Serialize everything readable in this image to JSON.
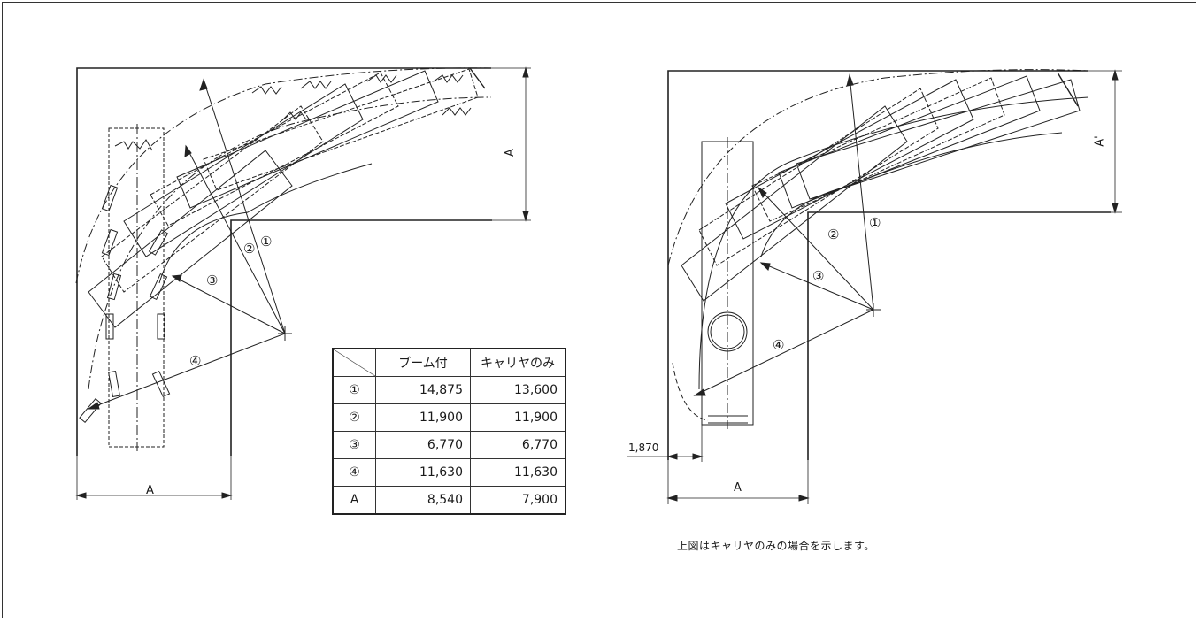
{
  "table": {
    "headers": [
      "",
      "ブーム付",
      "キャリヤのみ"
    ],
    "rows": [
      {
        "label": "①",
        "boom": "14,875",
        "carrier": "13,600"
      },
      {
        "label": "②",
        "boom": "11,900",
        "carrier": "11,900"
      },
      {
        "label": "③",
        "boom": "6,770",
        "carrier": "6,770"
      },
      {
        "label": "④",
        "boom": "11,630",
        "carrier": "11,630"
      },
      {
        "label": "A",
        "boom": "8,540",
        "carrier": "7,900"
      }
    ]
  },
  "left_diagram": {
    "dim_width": "A",
    "dim_height": "A",
    "markers": [
      "①",
      "②",
      "③",
      "④"
    ]
  },
  "right_diagram": {
    "dim_width": "A",
    "dim_height": "A'",
    "offset_dim": "1,870",
    "markers": [
      "①",
      "②",
      "③",
      "④"
    ],
    "note": "上図はキャリヤのみの場合を示します。"
  }
}
